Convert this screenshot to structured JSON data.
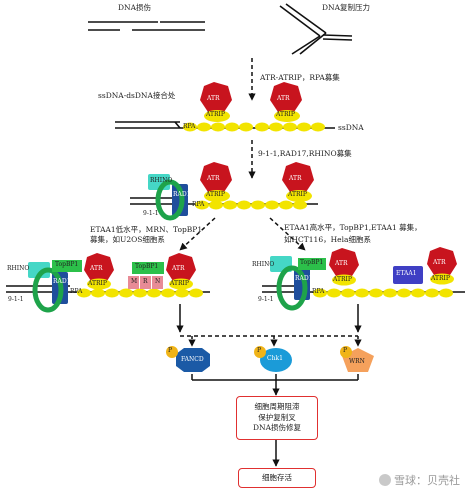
{
  "top": {
    "dna_damage": "DNA损伤",
    "replication_stress": "DNA复制压力",
    "atr_recruit": "ATR-ATRIP，RPA募集",
    "junction": "ssDNA-dsDNA接合处",
    "ssdna": "ssDNA",
    "rad_recruit": "9-1-1,RAD17,RHINO募集"
  },
  "proteins": {
    "atr": "ATR",
    "atrip": "ATRIP",
    "rpa": "RPA",
    "rhino": "RHINO",
    "rad17": "RAD17",
    "nine": "9-1-1",
    "topbp1": "TopBP1",
    "m": "M",
    "r": "R",
    "n": "N",
    "etaa1": "ETAA1",
    "fancd": "FANCD",
    "chk1": "Chk1",
    "wrn": "WRN",
    "p": "P"
  },
  "branches": {
    "left": [
      "ETAA1低水平，MRN、TopBP1",
      "募集，如U2OS细胞系"
    ],
    "right": [
      "ETAA1高水平，TopBP1,ETAA1 募集，",
      "如HCT116，Hela细胞系"
    ]
  },
  "outcomes": {
    "box1": [
      "细胞周期阻滞",
      "保护复制叉",
      "DNA损伤修复"
    ],
    "box2": "细胞存活"
  },
  "watermark": "雪球：贝壳社",
  "colors": {
    "atr": "#c8141e",
    "rpa": "#f2e400",
    "rhino": "#45d7c6",
    "rad17": "#1f4e9c",
    "ring": "#1ea34a",
    "topbp1": "#2cc04a",
    "mrn": "#e88b96",
    "etaa1": "#3f3fc4",
    "fancd": "#1b5aa6",
    "chk1": "#1b9bd8",
    "wrn": "#f5a15c",
    "phospho": "#f0b418",
    "box": "#e03030"
  }
}
